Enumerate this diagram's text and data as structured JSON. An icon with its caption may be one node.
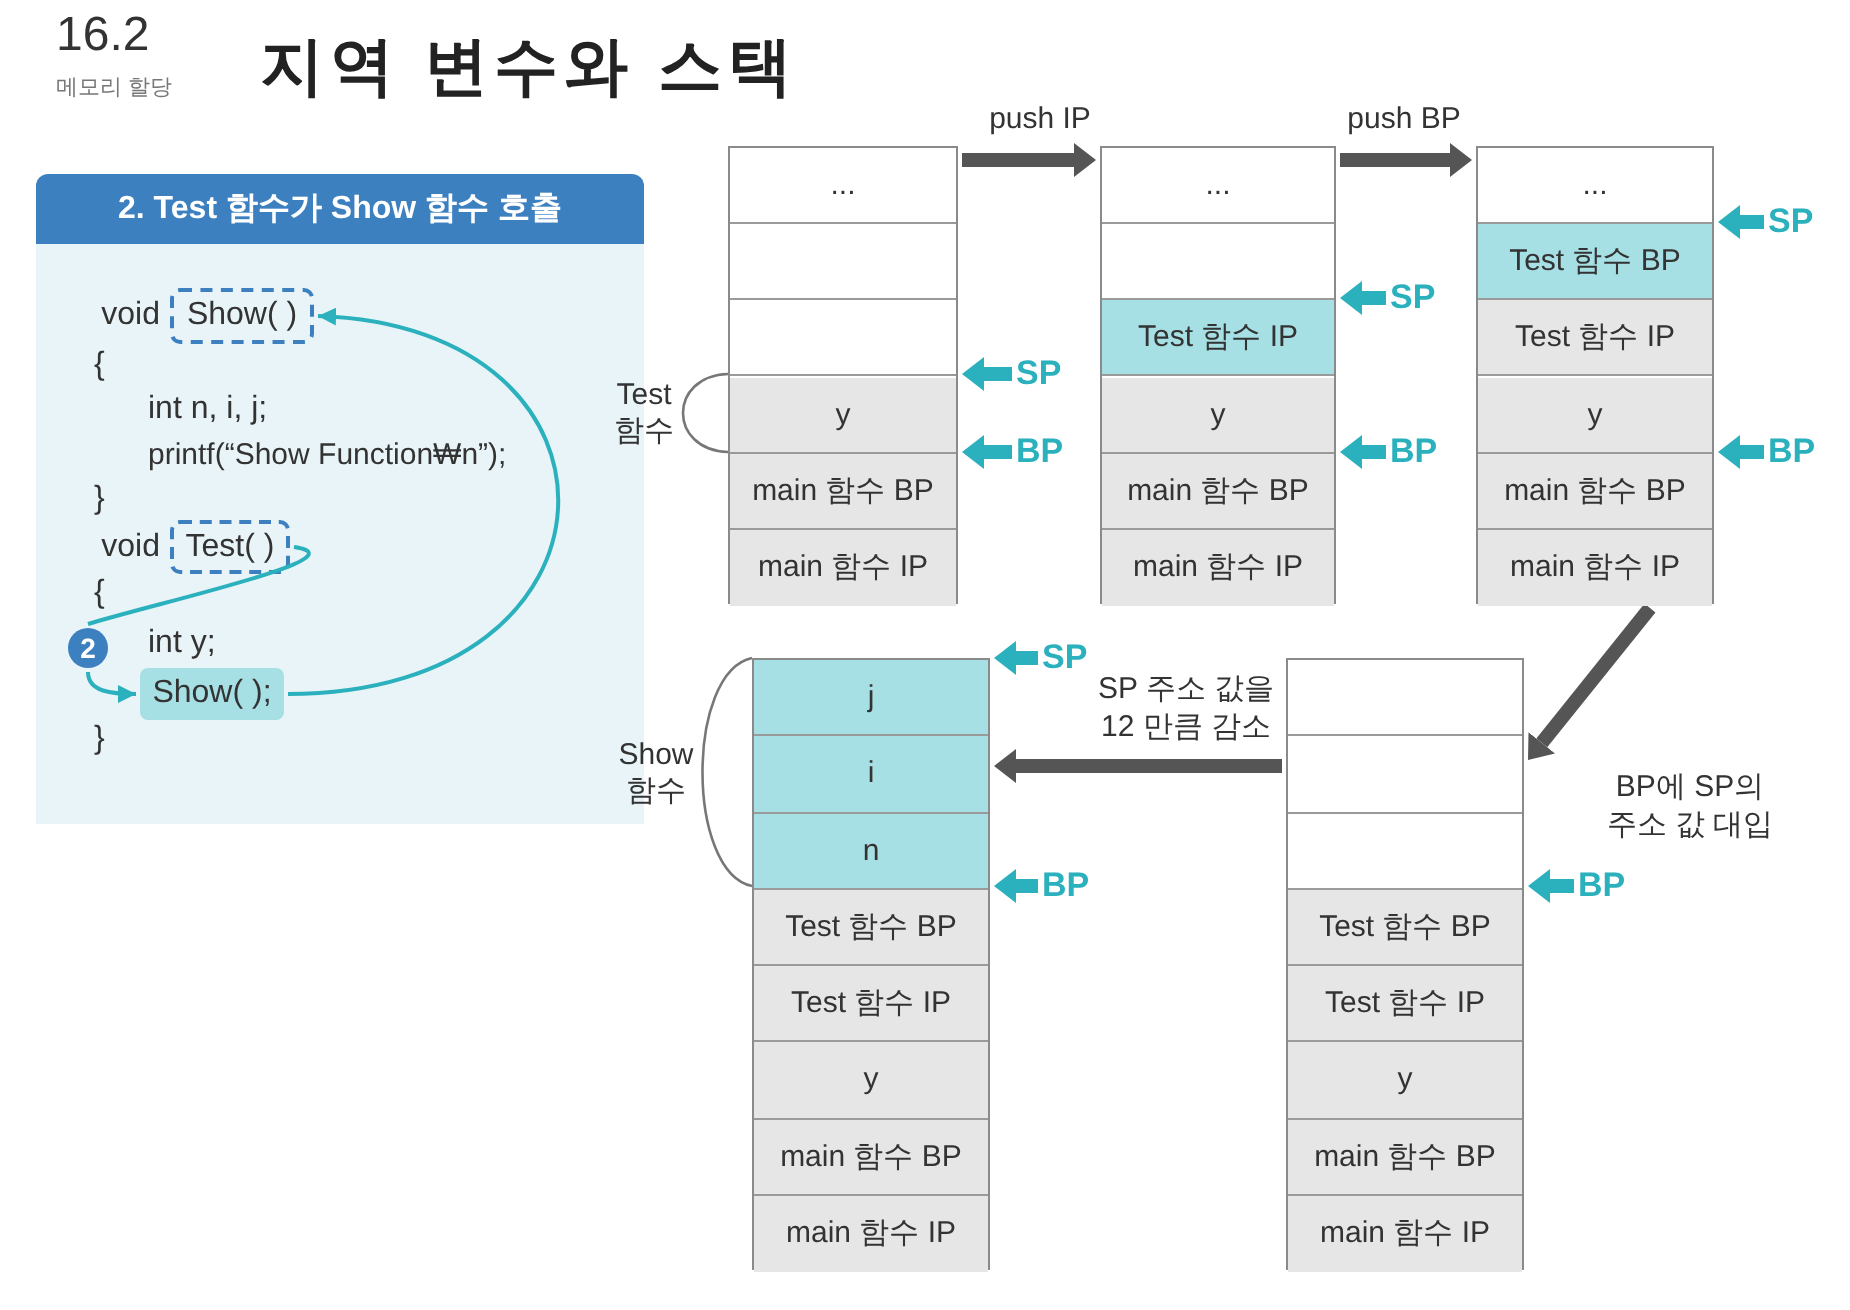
{
  "diagram": {
    "title": "지역 변수와 스택",
    "nodes": [
      {
        "text": [
          "2. Test 함수가 Show 함수 호출"
        ]
      },
      {
        "text": [
          "Show( )"
        ],
        "in": 0,
        "beside": [
          "void"
        ]
      },
      {
        "text": [
          "Test( )"
        ],
        "in": 0,
        "beside": [
          "void"
        ]
      },
      {
        "text": [
          "2"
        ],
        "in": 0
      },
      {
        "text": [
          "Show( );"
        ],
        "in": 0
      },
      {
        "text": [],
        "shape": "box"
      },
      {
        "text": [
          "..."
        ],
        "in": 5
      },
      {
        "text": [],
        "shape": "box",
        "in": 5
      },
      {
        "text": [],
        "shape": "box",
        "in": 5
      },
      {
        "text": [
          "y"
        ],
        "in": 5
      },
      {
        "text": [
          "main 함수 BP"
        ],
        "in": 5
      },
      {
        "text": [
          "main 함수 IP"
        ],
        "in": 5
      },
      {
        "text": [
          "SP"
        ]
      },
      {
        "text": [
          "BP"
        ]
      },
      {
        "text": [],
        "shape": "box"
      },
      {
        "text": [
          "..."
        ],
        "in": 14
      },
      {
        "text": [],
        "shape": "box",
        "in": 14
      },
      {
        "text": [
          "Test 함수 IP"
        ],
        "in": 14
      },
      {
        "text": [
          "y"
        ],
        "in": 14
      },
      {
        "text": [
          "main 함수 BP"
        ],
        "in": 14
      },
      {
        "text": [
          "main 함수 IP"
        ],
        "in": 14
      },
      {
        "text": [
          "SP"
        ]
      },
      {
        "text": [
          "BP"
        ]
      },
      {
        "text": [],
        "shape": "box"
      },
      {
        "text": [
          "..."
        ],
        "in": 23
      },
      {
        "text": [
          "Test 함수 BP"
        ],
        "in": 23
      },
      {
        "text": [
          "Test 함수 IP"
        ],
        "in": 23
      },
      {
        "text": [
          "y"
        ],
        "in": 23
      },
      {
        "text": [
          "main 함수 BP"
        ],
        "in": 23
      },
      {
        "text": [
          "main 함수 IP"
        ],
        "in": 23
      },
      {
        "text": [
          "SP"
        ]
      },
      {
        "text": [
          "BP"
        ]
      },
      {
        "text": [],
        "shape": "box"
      },
      {
        "text": [
          "j"
        ],
        "in": 32
      },
      {
        "text": [
          "i"
        ],
        "in": 32
      },
      {
        "text": [
          "n"
        ],
        "in": 32
      },
      {
        "text": [
          "Test 함수 BP"
        ],
        "in": 32
      },
      {
        "text": [
          "Test 함수 IP"
        ],
        "in": 32
      },
      {
        "text": [
          "y"
        ],
        "in": 32
      },
      {
        "text": [
          "main 함수 BP"
        ],
        "in": 32
      },
      {
        "text": [
          "main 함수 IP"
        ],
        "in": 32
      },
      {
        "text": [
          "SP"
        ]
      },
      {
        "text": [
          "BP"
        ]
      },
      {
        "text": [],
        "shape": "box"
      },
      {
        "text": [],
        "shape": "box",
        "in": 43
      },
      {
        "text": [],
        "shape": "box",
        "in": 43
      },
      {
        "text": [],
        "shape": "box",
        "in": 43
      },
      {
        "text": [
          "Test 함수 BP"
        ],
        "in": 43
      },
      {
        "text": [
          "Test 함수 IP"
        ],
        "in": 43
      },
      {
        "text": [
          "y"
        ],
        "in": 43
      },
      {
        "text": [
          "main 함수 BP"
        ],
        "in": 43
      },
      {
        "text": [
          "main 함수 IP"
        ],
        "in": 43
      },
      {
        "text": [
          "BP"
        ]
      }
    ],
    "edges": [
      {
        "from": 2,
        "to": 3,
        "arrow": "none"
      },
      {
        "from": 3,
        "to": 4,
        "arrow": "to"
      },
      {
        "from": 4,
        "to": 1,
        "arrow": "to"
      },
      {
        "from": 12,
        "to": 5,
        "arrow": "to"
      },
      {
        "from": 13,
        "to": 5,
        "arrow": "to"
      },
      {
        "from": 21,
        "to": 14,
        "arrow": "to"
      },
      {
        "from": 22,
        "to": 14,
        "arrow": "to"
      },
      {
        "from": 30,
        "to": 23,
        "arrow": "to"
      },
      {
        "from": 31,
        "to": 23,
        "arrow": "to"
      },
      {
        "from": 41,
        "to": 32,
        "arrow": "to"
      },
      {
        "from": 42,
        "to": 32,
        "arrow": "to"
      },
      {
        "from": 52,
        "to": 43,
        "arrow": "to"
      },
      {
        "from": 5,
        "to": 14,
        "arrow": "to",
        "label": "push IP",
        "color": "#555555"
      },
      {
        "from": 14,
        "to": 23,
        "arrow": "to",
        "label": "push BP",
        "color": "#555555"
      },
      {
        "from": 23,
        "to": 43,
        "arrow": "to",
        "label": "BP에 SP의 주소 값 대입",
        "color": "#555555"
      },
      {
        "from": 43,
        "to": 32,
        "arrow": "to",
        "label": "SP 주소 값을 12 만큼 감소",
        "color": "#555555"
      }
    ],
    "labels": [
      "16.2",
      "메모리 할당",
      "{",
      "int n, i, j;",
      "printf(“Show Function₩n”);",
      "}",
      "{",
      "int y;",
      "}",
      "Test 함수",
      "Show 함수"
    ]
  }
}
